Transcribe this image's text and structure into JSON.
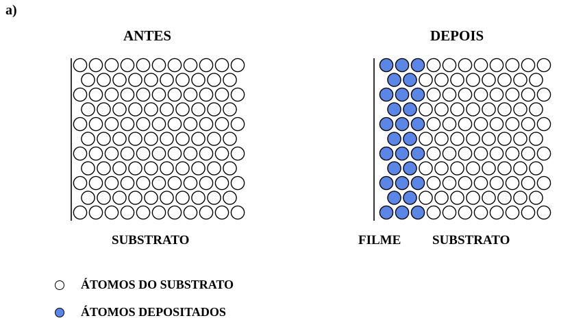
{
  "panel_label": "a)",
  "before": {
    "title": "ANTES",
    "substrate_label": "SUBSTRATO"
  },
  "after": {
    "title": "DEPOIS",
    "film_label": "FILME",
    "substrate_label": "SUBSTRATO"
  },
  "legend": [
    {
      "label": "ÁTOMOS DO SUBSTRATO",
      "color": "#ffffff"
    },
    {
      "label": "ÁTOMOS DEPOSITADOS",
      "color": "#5b86e6"
    }
  ],
  "lattice": {
    "rows": 11,
    "before_cols": 11,
    "after_cols": 11,
    "after_deposited_cols": 3
  },
  "colors": {
    "substrate_atom": "#ffffff",
    "deposited_atom": "#5b86e6",
    "outline": "#000000"
  }
}
